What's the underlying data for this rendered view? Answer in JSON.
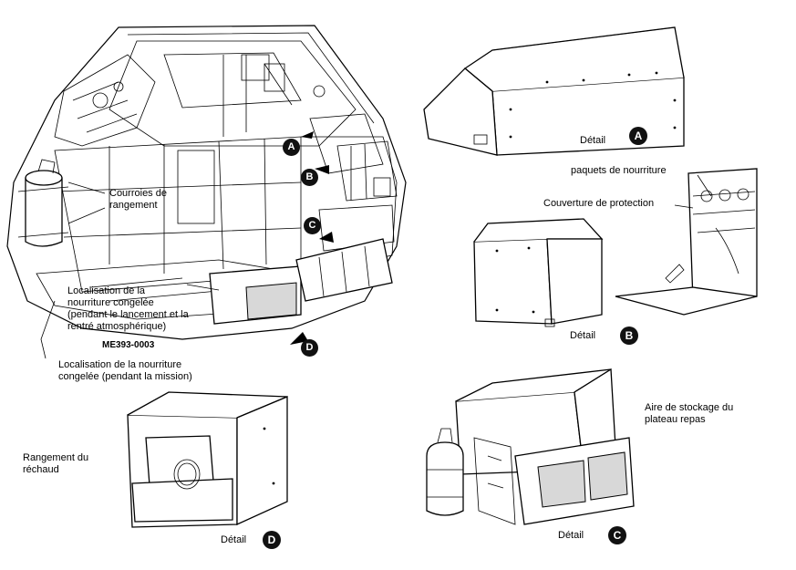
{
  "labels": {
    "courroies": [
      "Courroies de",
      "rangement"
    ],
    "localisation_lancement": [
      "Localisation de la",
      "nourriture congelée",
      "(pendant le lancement et la",
      "rentré atmosphérique)"
    ],
    "code": "ME393-0003",
    "localisation_mission": [
      "Localisation de la nourriture",
      "congelée (pendant la mission)"
    ],
    "rangement_rechaud": [
      "Rangement du",
      "réchaud"
    ],
    "paquets": "paquets de nourriture",
    "couverture": "Couverture de protection",
    "aire_stockage": [
      "Aire de stockage du",
      "plateau repas"
    ]
  },
  "details": {
    "a": {
      "word": "Détail",
      "letter": "A"
    },
    "b": {
      "word": "Détail",
      "letter": "B"
    },
    "c": {
      "word": "Détail",
      "letter": "C"
    },
    "d": {
      "word": "Détail",
      "letter": "D"
    }
  },
  "cabin_markers": {
    "a": "A",
    "b": "B",
    "c": "C",
    "d": "D"
  }
}
